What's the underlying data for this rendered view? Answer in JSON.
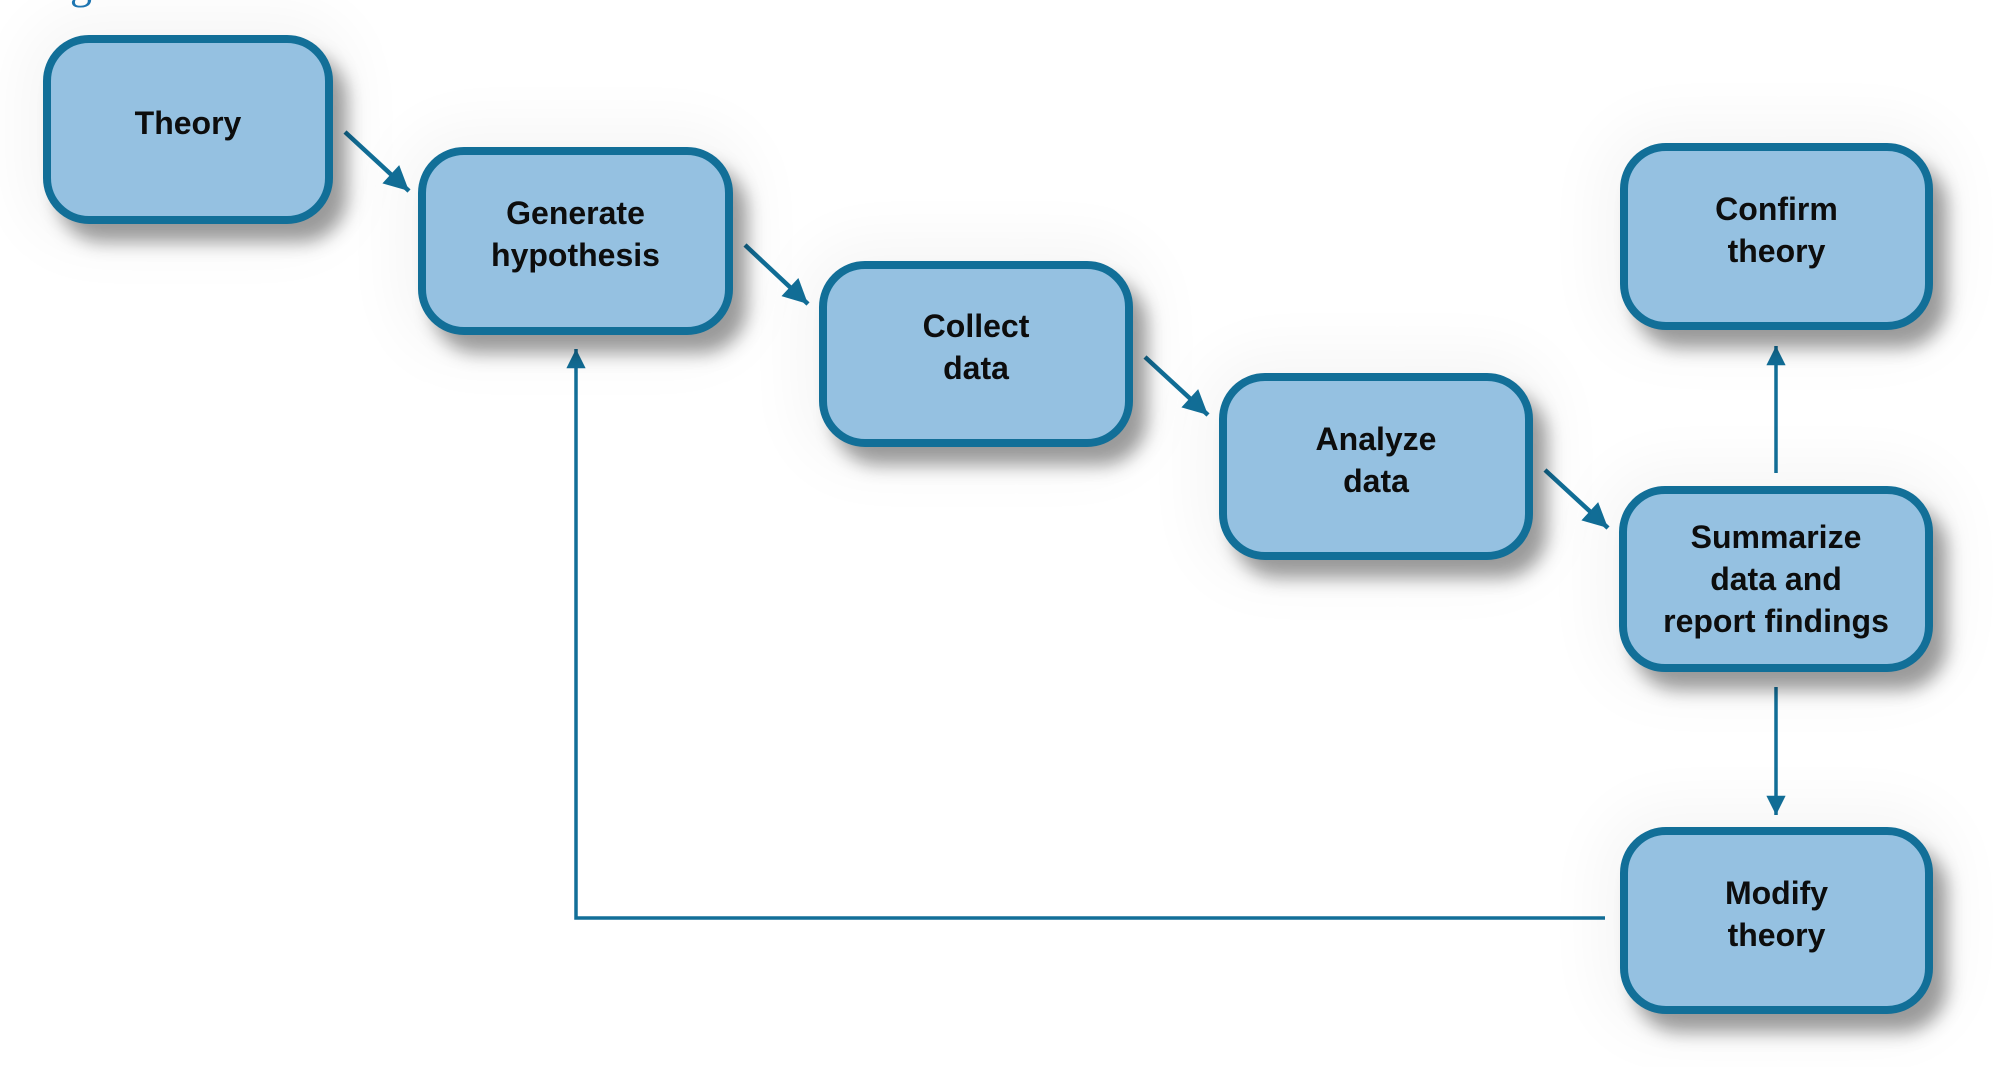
{
  "figure": {
    "title_fragment": "g"
  },
  "colors": {
    "node_fill": "#95c1e1",
    "node_border": "#126f98",
    "arrow": "#126f98",
    "text": "#0d0d0d"
  },
  "nodes": {
    "theory": {
      "label": "Theory"
    },
    "generate_hypothesis": {
      "label": "Generate\nhypothesis"
    },
    "collect_data": {
      "label": "Collect\ndata"
    },
    "analyze_data": {
      "label": "Analyze\ndata"
    },
    "summarize": {
      "label": "Summarize\ndata and\nreport findings"
    },
    "confirm_theory": {
      "label": "Confirm\ntheory"
    },
    "modify_theory": {
      "label": "Modify\ntheory"
    }
  },
  "edges": [
    {
      "from": "Theory",
      "to": "Generate hypothesis"
    },
    {
      "from": "Generate hypothesis",
      "to": "Collect data"
    },
    {
      "from": "Collect data",
      "to": "Analyze data"
    },
    {
      "from": "Analyze data",
      "to": "Summarize data and report findings"
    },
    {
      "from": "Summarize data and report findings",
      "to": "Confirm theory"
    },
    {
      "from": "Summarize data and report findings",
      "to": "Modify theory"
    },
    {
      "from": "Modify theory",
      "to": "Generate hypothesis"
    }
  ]
}
